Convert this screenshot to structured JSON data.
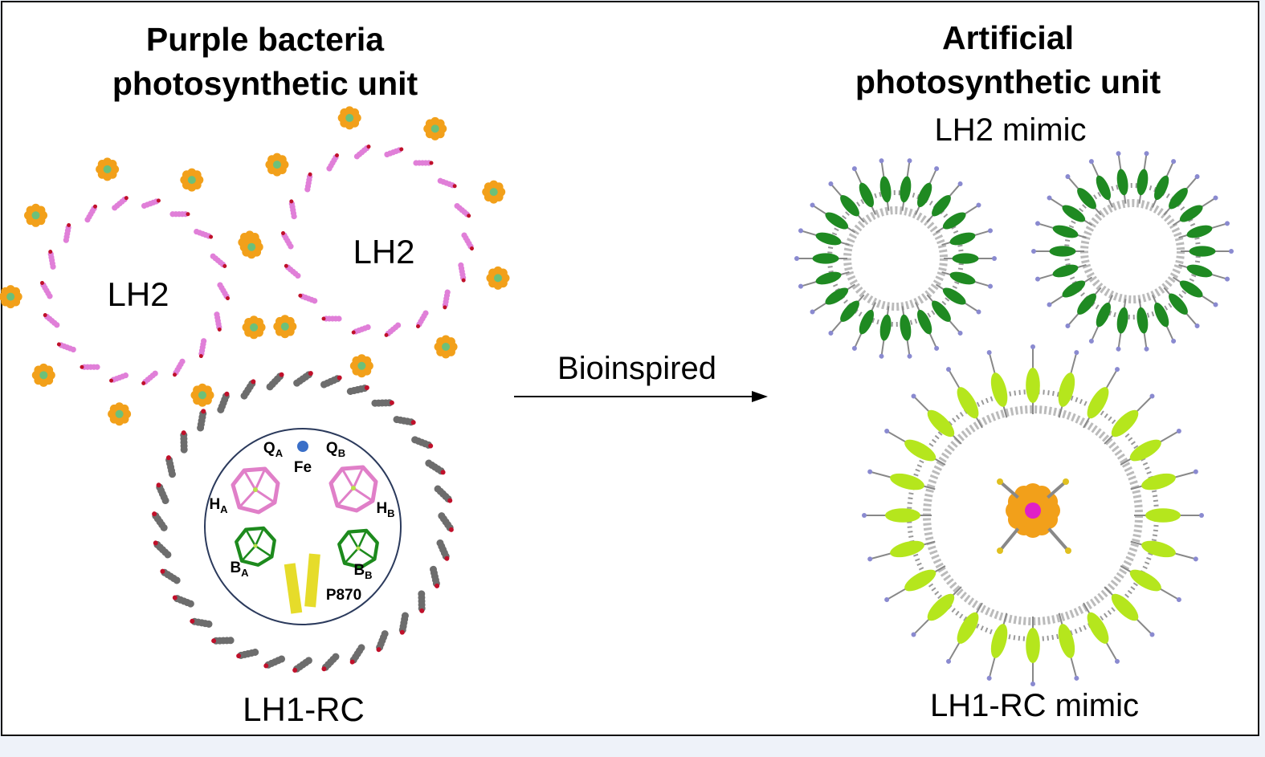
{
  "left": {
    "title_line1": "Purple bacteria",
    "title_line2": "photosynthetic unit",
    "lh2_label_a": "LH2",
    "lh2_label_b": "LH2",
    "lh1_label": "LH1-RC",
    "rc": {
      "qa": "Q",
      "qa_sub": "A",
      "qb": "Q",
      "qb_sub": "B",
      "fe": "Fe",
      "ha": "H",
      "ha_sub": "A",
      "hb": "H",
      "hb_sub": "B",
      "ba": "B",
      "ba_sub": "A",
      "bb": "B",
      "bb_sub": "B",
      "p870": "P870"
    }
  },
  "arrow": {
    "label": "Bioinspired"
  },
  "right": {
    "title_line1": "Artificial",
    "title_line2": "photosynthetic unit",
    "lh2_mimic_label": "LH2 mimic",
    "lh1_mimic_label": "LH1-RC mimic"
  },
  "colors": {
    "pink": "#e07fd8",
    "orange": "#f2a01a",
    "grey": "#6d6d6d",
    "green": "#1f8a22",
    "lime": "#b5e61d",
    "magenta": "#e020c8",
    "rc_border": "#2b3a5c",
    "fe": "#3a6fc8"
  }
}
